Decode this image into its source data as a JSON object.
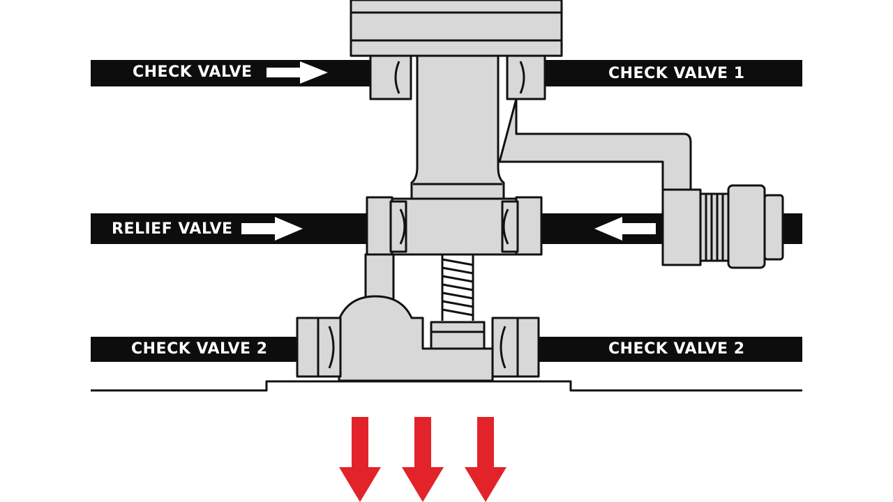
{
  "labels": {
    "check_valve_in": "CHECK VALVE",
    "check_valve_1": "CHECK VALVE 1",
    "relief_valve": "RELIEF VALVE",
    "check_valve_2_left": "CHECK VALVE 2",
    "check_valve_2_right": "CHECK VALVE 2"
  },
  "colors": {
    "pipe": "#0d0d0d",
    "body_fill": "#d8d8d8",
    "outline": "#111111",
    "label_text": "#ffffff",
    "arrow_white": "#ffffff",
    "arrow_red": "#e2232a",
    "background": "#ffffff"
  },
  "icons": [
    "flow-arrow-right-icon",
    "flow-arrow-left-icon",
    "spring-icon",
    "discharge-arrow-down-icon"
  ]
}
